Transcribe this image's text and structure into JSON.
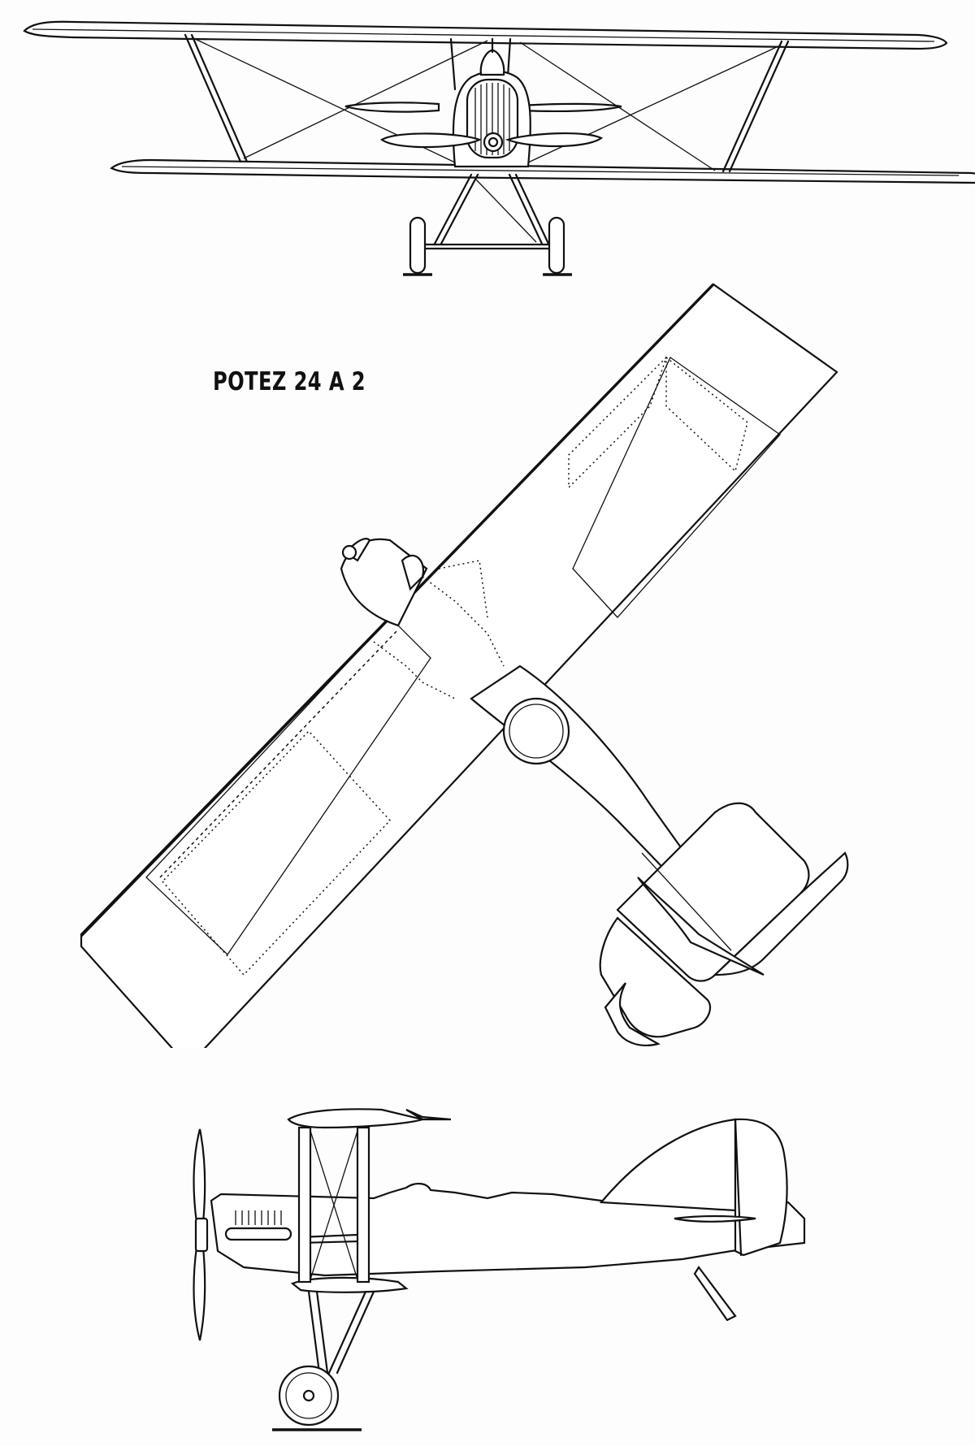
{
  "drawing": {
    "title": "POTEZ 24 A 2",
    "views": [
      "front-view",
      "top-view",
      "side-view"
    ],
    "line_color": "#111111",
    "paper_color": "#fdfdfd"
  }
}
